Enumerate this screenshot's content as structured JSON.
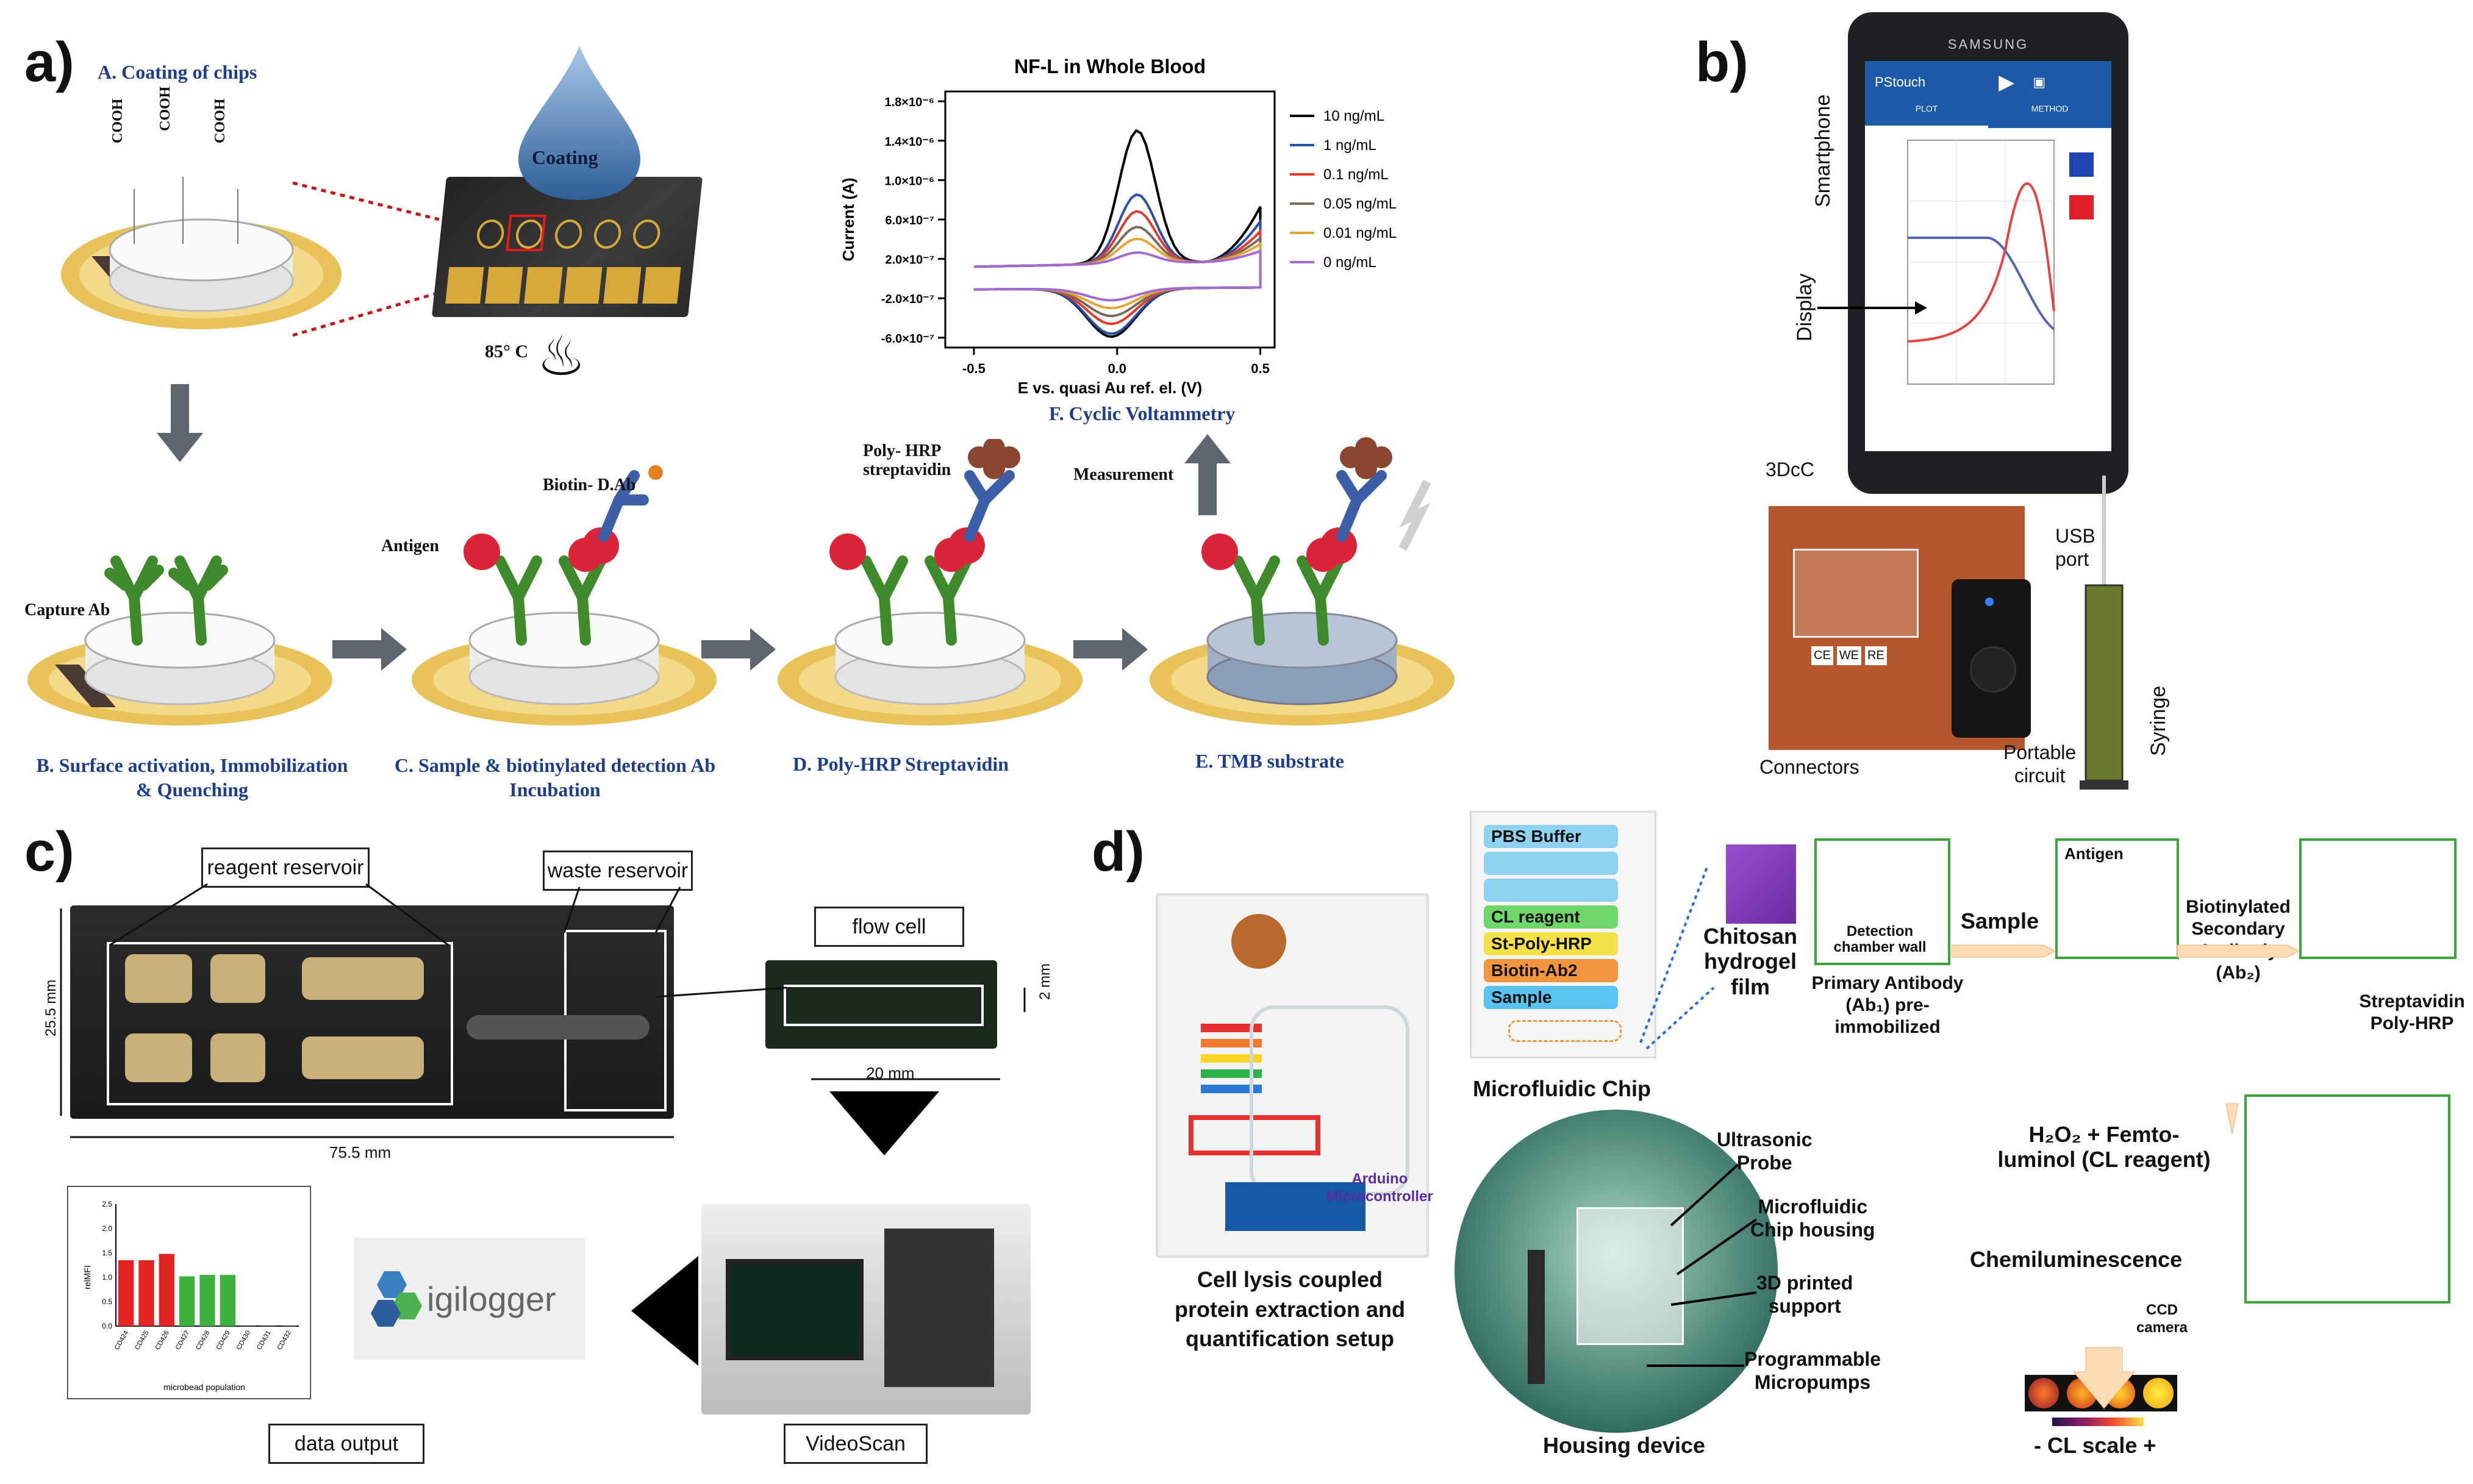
{
  "panel_a": {
    "label": "a)",
    "step_a": "Coating of chips",
    "step_a_prefix": "A.",
    "coating": "Coating",
    "temp": "85° C",
    "cooh": "COOH",
    "capture_ab": "Capture Ab",
    "antigen": "Antigen",
    "biotin_dab": "Biotin- D.Ab",
    "poly_hrp": "Poly- HRP\nstreptavidin",
    "measurement": "Measurement",
    "step_b_prefix": "B.",
    "step_b": "Surface activation, Immobilization\n& Quenching",
    "step_c_prefix": "C.",
    "step_c": "Sample & biotinylated detection Ab\nIncubation",
    "step_d_prefix": "D.",
    "step_d": "Poly-HRP Streptavidin",
    "step_e_prefix": "E.",
    "step_e": "TMB substrate",
    "step_f_prefix": "F.",
    "step_f": "Cyclic Voltammetry"
  },
  "chart_data": {
    "type": "line",
    "title": "NF-L in Whole Blood",
    "xlabel": "E vs. quasi Au ref. el. (V)",
    "ylabel": "Current (A)",
    "xlim": [
      -0.6,
      0.55
    ],
    "ylim": [
      -7e-07,
      1.9e-06
    ],
    "x_ticks": [
      "-0.5",
      "0.0",
      "0.5"
    ],
    "y_ticks": [
      "1.8×10⁻⁶",
      "1.4×10⁻⁶",
      "1.0×10⁻⁶",
      "6.0×10⁻⁷",
      "2.0×10⁻⁷",
      "-2.0×10⁻⁷",
      "-6.0×10⁻⁷"
    ],
    "y_tick_values": [
      1.8e-06,
      1.4e-06,
      1e-06,
      6e-07,
      2e-07,
      -2e-07,
      -6e-07
    ],
    "legend_position": "right",
    "series": [
      {
        "name": "10 ng/mL",
        "color": "#000000",
        "peak": 1.5e-06,
        "cath": -5.9e-07,
        "end": 8e-07
      },
      {
        "name": "1 ng/mL",
        "color": "#2c4fa8",
        "peak": 8.5e-07,
        "cath": -5.6e-07,
        "end": 6.5e-07
      },
      {
        "name": "0.1 ng/mL",
        "color": "#e23a2a",
        "peak": 6.8e-07,
        "cath": -4.6e-07,
        "end": 5.5e-07
      },
      {
        "name": "0.05 ng/mL",
        "color": "#7a6a5a",
        "peak": 5.2e-07,
        "cath": -3.8e-07,
        "end": 4.8e-07
      },
      {
        "name": "0.01 ng/mL",
        "color": "#e7a433",
        "peak": 4e-07,
        "cath": -3e-07,
        "end": 4.2e-07
      },
      {
        "name": "0 ng/mL",
        "color": "#a36bd1",
        "peak": 2.6e-07,
        "cath": -2.2e-07,
        "end": 3.5e-07
      }
    ]
  },
  "panel_b": {
    "label": "b)",
    "brand": "SAMSUNG",
    "app_name": "PStouch",
    "tab_plot": "PLOT",
    "tab_method": "METHOD",
    "smartphone": "Smartphone",
    "display": "Display",
    "three_dcc": "3DcC",
    "usb_port": "USB\nport",
    "connectors": "Connectors",
    "portable_circuit": "Portable\ncircuit",
    "syringe": "Syringe",
    "electrode_labels": [
      "CE",
      "WE",
      "RE"
    ]
  },
  "panel_c": {
    "label": "c)",
    "reagent_reservoir": "reagent reservoir",
    "waste_reservoir": "waste reservoir",
    "flow_cell": "flow cell",
    "dim_height": "25.5 mm",
    "dim_width": "75.5 mm",
    "dim_20": "20 mm",
    "dim_2": "2 mm",
    "logo_text": "igilogger",
    "data_output": "data output",
    "videoscan": "VideoScan",
    "mini_chart": {
      "ylabel": "relMFI",
      "xlabel": "microbead population",
      "y_ticks": [
        "0.0",
        "0.5",
        "1.0",
        "1.5",
        "2.0",
        "2.5"
      ],
      "categories": [
        "CD424",
        "CD425",
        "CD426",
        "CD427",
        "CD428",
        "CD429",
        "CD430",
        "CD431",
        "CD432"
      ],
      "values": [
        1.35,
        1.35,
        1.48,
        1.02,
        1.05,
        1.05,
        0.01,
        0.01,
        0.01
      ],
      "colors": [
        "#e32420",
        "#e32420",
        "#e32420",
        "#3db23d",
        "#3db23d",
        "#3db23d",
        "#555555",
        "#555555",
        "#555555"
      ]
    }
  },
  "panel_d": {
    "label": "d)",
    "pills": [
      {
        "text": "PBS Buffer",
        "color": "#8fd3f0"
      },
      {
        "text": "",
        "color": "#8fd3f0"
      },
      {
        "text": "",
        "color": "#8fd3f0"
      },
      {
        "text": "CL reagent",
        "color": "#6fd66a"
      },
      {
        "text": "St-Poly-HRP",
        "color": "#f5e24a"
      },
      {
        "text": "Biotin-Ab2",
        "color": "#f49540"
      },
      {
        "text": "Sample",
        "color": "#59c4f2"
      }
    ],
    "microfluidic_chip": "Microfluidic Chip",
    "arduino": "Arduino\nMicrocontroller",
    "setup_caption": "Cell lysis  coupled\nprotein extraction and\nquantification setup",
    "housing_device": "Housing device",
    "ultrasonic_probe": "Ultrasonic\nProbe",
    "chip_housing": "Microfluidic\nChip housing",
    "printed_support": "3D printed\nsupport",
    "micropumps": "Programmable\nMicropumps",
    "chitosan": "Chitosan\nhydrogel\nfilm",
    "detection_wall": "Detection\nchamber wall",
    "primary_ab": "Primary Antibody\n(Ab₁) pre-\nimmobilized",
    "sample": "Sample",
    "antigen": "Antigen",
    "biotin_secondary": "Biotinylated\nSecondary\nAntibody\n(Ab₂)",
    "streptavidin": "Streptavidin\nPoly-HRP",
    "h2o2": "H₂O₂ + Femto-\nluminol (CL reagent)",
    "chemiluminescence": "Chemiluminescence",
    "ccd": "CCD\ncamera",
    "cl_scale": "- CL scale +"
  }
}
